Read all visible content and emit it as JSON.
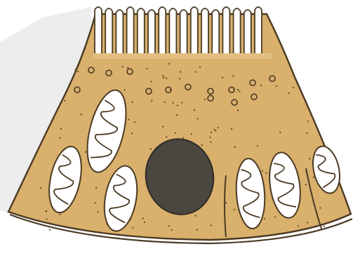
{
  "figure": {
    "subject": "epithelial-cell-illustration",
    "labels": []
  },
  "colors": {
    "background": "#ffffff",
    "shadow": "#ededed",
    "cytoplasm": "#d9b06c",
    "cytoplasm_light": "#e2bf80",
    "outline": "#4a3a24",
    "nucleus": "#4a4640",
    "nucleus_edge": "#2e2b27",
    "organelle_fill": "#ffffff",
    "granule": "#5a4628"
  },
  "structures": {
    "microvilli": {
      "count": 16
    },
    "apical_vesicles": {
      "count": 14
    },
    "mitochondria": {
      "count": 6
    },
    "nucleus": {
      "count": 1
    },
    "membrane_infoldings": {
      "count": 2
    },
    "basement_membrane": {
      "count": 1
    }
  }
}
